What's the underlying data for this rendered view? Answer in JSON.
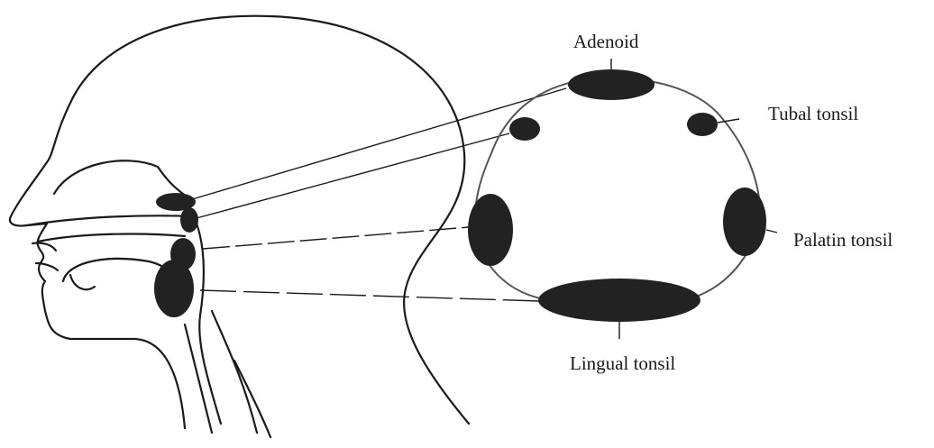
{
  "labels": {
    "adenoid": "Adenoid",
    "tubal_tonsil": "Tubal tonsil",
    "palatine_tonsil": "Palatin tonsil",
    "lingual_tonsil": "Lingual tonsil"
  },
  "colors": {
    "ink": "#1a1a1a",
    "tissue": "#222222",
    "ring": "#555555",
    "background": "#ffffff"
  }
}
